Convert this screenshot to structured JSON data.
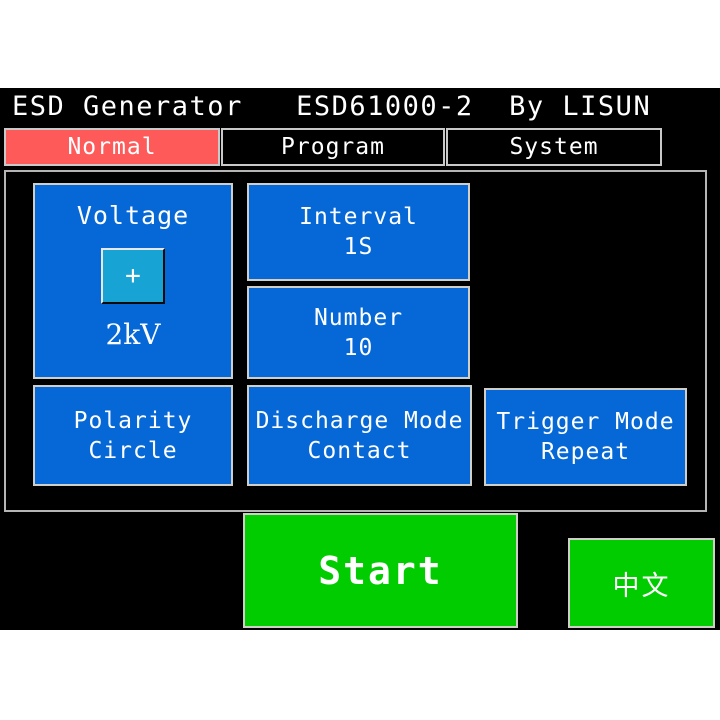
{
  "header": {
    "title": "ESD Generator   ESD61000-2  By LISUN"
  },
  "tabs": [
    {
      "id": "normal",
      "label": "Normal",
      "active": true
    },
    {
      "id": "program",
      "label": "Program",
      "active": false
    },
    {
      "id": "system",
      "label": "System",
      "active": false
    }
  ],
  "panels": {
    "voltage": {
      "title": "Voltage",
      "polarity_symbol": "+",
      "value": "2kV"
    },
    "interval": {
      "title": "Interval",
      "value": "1S"
    },
    "number": {
      "title": "Number",
      "value": "10"
    },
    "polarity": {
      "title": "Polarity",
      "value": "Circle"
    },
    "discharge_mode": {
      "title": "Discharge Mode",
      "value": "Contact"
    },
    "trigger_mode": {
      "title": "Trigger Mode",
      "value": "Repeat"
    }
  },
  "actions": {
    "start_label": "Start",
    "language_label": "中文"
  },
  "colors": {
    "screen_background": "#000000",
    "panel_blue": "#0668D6",
    "active_tab_red": "#FF5A5A",
    "button_green": "#00CC00",
    "polarity_box_cyan": "#17A3D4",
    "border_gray": "#CFCFC8",
    "text_white": "#FFFFFF"
  }
}
